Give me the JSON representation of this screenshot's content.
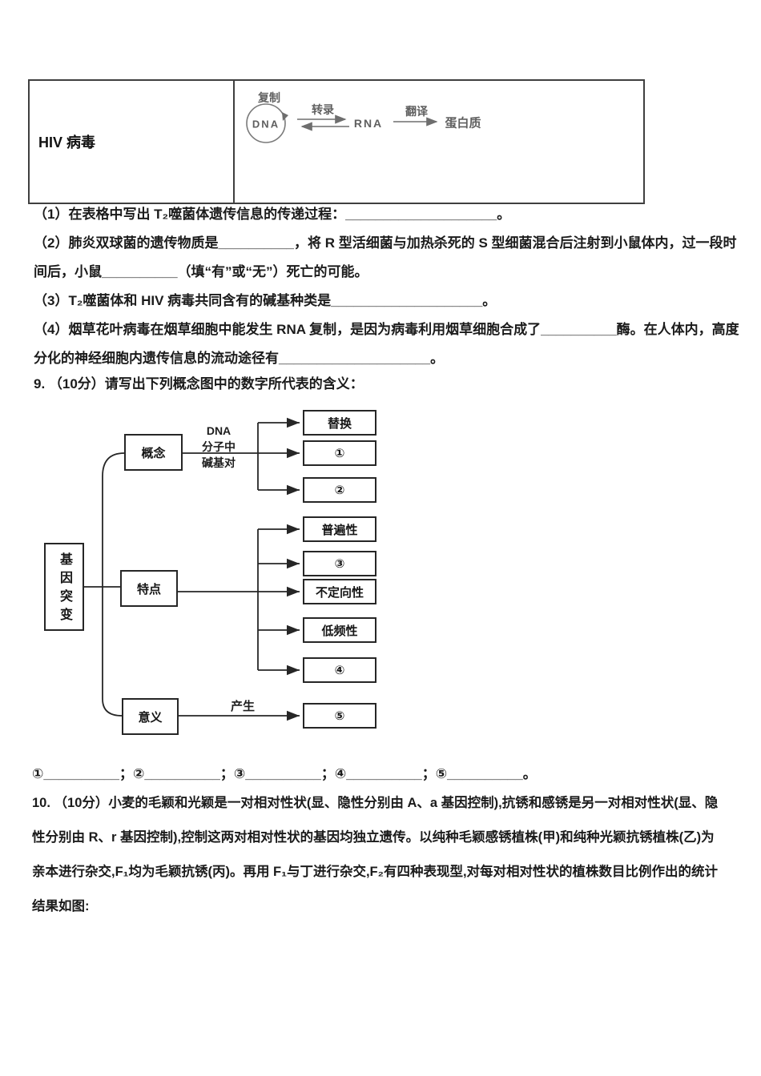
{
  "hiv_table": {
    "row_label": "HIV 病毒",
    "diagram": {
      "replication": "复制",
      "dna": "DNA",
      "transcription": "转录",
      "rna": "RNA",
      "translation": "翻译",
      "protein": "蛋白质"
    }
  },
  "question8": {
    "lines": [
      "（1）在表格中写出 T₂噬菌体遗传信息的传递过程：____________________。",
      "（2）肺炎双球菌的遗传物质是__________，将 R 型活细菌与加热杀死的 S 型细菌混合后注射到小鼠体内，过一段时",
      "间后，小鼠__________（填“有”或“无”）死亡的可能。",
      "（3）T₂噬菌体和 HIV 病毒共同含有的碱基种类是____________________。",
      "（4）烟草花叶病毒在烟草细胞中能发生 RNA 复制，是因为病毒利用烟草细胞合成了__________酶。在人体内，高度",
      "分化的神经细胞内遗传信息的流动途径有____________________。"
    ]
  },
  "question9": {
    "heading": "9. （10分）请写出下列概念图中的数字所代表的含义：",
    "blanks_line": "①__________；②__________；③__________；④__________；⑤__________。",
    "concept_map": {
      "root": "基因突变",
      "branch_labels": [
        "概念",
        "特点",
        "意义"
      ],
      "edge_labels": {
        "concept": "DNA\n分子中\n碱基对",
        "meaning": "产生"
      },
      "children": [
        "替换",
        "①",
        "②",
        "普遍性",
        "③",
        "不定向性",
        "低频性",
        "④",
        "⑤"
      ]
    }
  },
  "question10": {
    "lines": [
      "10. （10分）小麦的毛颖和光颖是一对相对性状(显、隐性分别由 A、a 基因控制),抗锈和感锈是另一对相对性状(显、隐",
      "性分别由 R、r 基因控制),控制这两对相对性状的基因均独立遗传。以纯种毛颖感锈植株(甲)和纯种光颖抗锈植株(乙)为",
      "亲本进行杂交,F₁均为毛颖抗锈(丙)。再用 F₁与丁进行杂交,F₂有四种表现型,对每对相对性状的植株数目比例作出的统计",
      "结果如图:"
    ]
  }
}
